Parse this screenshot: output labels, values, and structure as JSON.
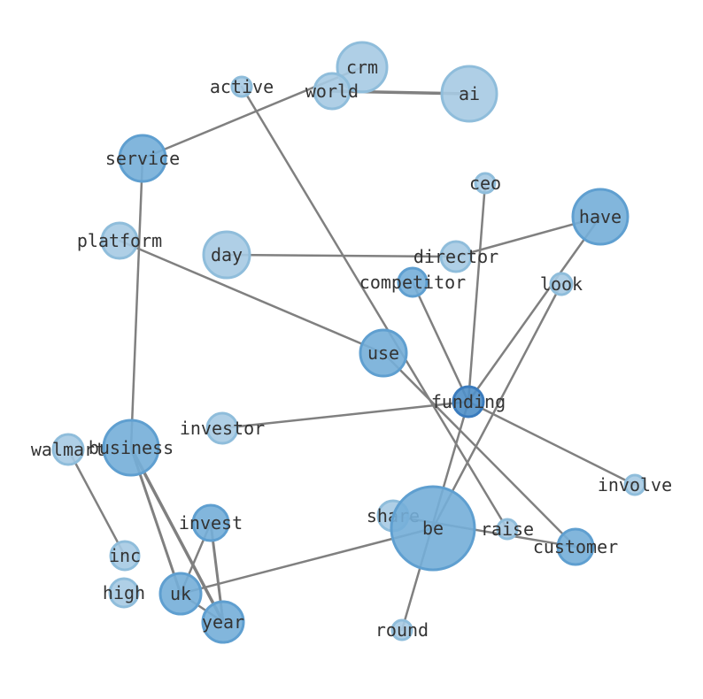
{
  "colors": {
    "background": "#ffffff",
    "edge": "#808080",
    "label": "#333333",
    "tier1_fill": "#a6cae3",
    "tier1_stroke": "#8fbddb",
    "tier2_fill": "#74aed8",
    "tier2_stroke": "#5f9fd0",
    "tier3_fill": "#4f8fc8",
    "tier3_stroke": "#3a7bbd"
  },
  "nodes": [
    {
      "id": "crm",
      "label": "crm",
      "tier": 1
    },
    {
      "id": "ai",
      "label": "ai",
      "tier": 1
    },
    {
      "id": "world",
      "label": "world",
      "tier": 1
    },
    {
      "id": "active",
      "label": "active",
      "tier": 1
    },
    {
      "id": "service",
      "label": "service",
      "tier": 2
    },
    {
      "id": "ceo",
      "label": "ceo",
      "tier": 1
    },
    {
      "id": "have",
      "label": "have",
      "tier": 2
    },
    {
      "id": "platform",
      "label": "platform",
      "tier": 1
    },
    {
      "id": "day",
      "label": "day",
      "tier": 1
    },
    {
      "id": "director",
      "label": "director",
      "tier": 1
    },
    {
      "id": "competitor",
      "label": "competitor",
      "tier": 2
    },
    {
      "id": "look",
      "label": "look",
      "tier": 1
    },
    {
      "id": "use",
      "label": "use",
      "tier": 2
    },
    {
      "id": "funding",
      "label": "funding",
      "tier": 3
    },
    {
      "id": "investor",
      "label": "investor",
      "tier": 1
    },
    {
      "id": "walmart",
      "label": "walmart",
      "tier": 1
    },
    {
      "id": "business",
      "label": "business",
      "tier": 2
    },
    {
      "id": "involve",
      "label": "involve",
      "tier": 1
    },
    {
      "id": "invest",
      "label": "invest",
      "tier": 2
    },
    {
      "id": "share",
      "label": "share",
      "tier": 1
    },
    {
      "id": "be",
      "label": "be",
      "tier": 2
    },
    {
      "id": "raise",
      "label": "raise",
      "tier": 1
    },
    {
      "id": "customer",
      "label": "customer",
      "tier": 2
    },
    {
      "id": "inc",
      "label": "inc",
      "tier": 1
    },
    {
      "id": "high",
      "label": "high",
      "tier": 1
    },
    {
      "id": "uk",
      "label": "uk",
      "tier": 2
    },
    {
      "id": "year",
      "label": "year",
      "tier": 2
    },
    {
      "id": "round",
      "label": "round",
      "tier": 1
    }
  ],
  "edges": [
    {
      "source": "world",
      "target": "ai",
      "weight": 4
    },
    {
      "source": "crm",
      "target": "service",
      "weight": 2
    },
    {
      "source": "active",
      "target": "raise",
      "weight": 2
    },
    {
      "source": "service",
      "target": "business",
      "weight": 2
    },
    {
      "source": "ceo",
      "target": "funding",
      "weight": 2
    },
    {
      "source": "day",
      "target": "director",
      "weight": 2
    },
    {
      "source": "director",
      "target": "have",
      "weight": 2
    },
    {
      "source": "have",
      "target": "funding",
      "weight": 2
    },
    {
      "source": "platform",
      "target": "use",
      "weight": 2
    },
    {
      "source": "competitor",
      "target": "funding",
      "weight": 2
    },
    {
      "source": "look",
      "target": "be",
      "weight": 2
    },
    {
      "source": "use",
      "target": "customer",
      "weight": 2
    },
    {
      "source": "investor",
      "target": "funding",
      "weight": 2
    },
    {
      "source": "funding",
      "target": "involve",
      "weight": 2
    },
    {
      "source": "funding",
      "target": "round",
      "weight": 2
    },
    {
      "source": "walmart",
      "target": "inc",
      "weight": 2
    },
    {
      "source": "business",
      "target": "year",
      "weight": 4
    },
    {
      "source": "business",
      "target": "uk",
      "weight": 3
    },
    {
      "source": "invest",
      "target": "year",
      "weight": 3
    },
    {
      "source": "invest",
      "target": "uk",
      "weight": 2
    },
    {
      "source": "share",
      "target": "customer",
      "weight": 2
    },
    {
      "source": "uk",
      "target": "be",
      "weight": 2
    },
    {
      "source": "uk",
      "target": "year",
      "weight": 2
    }
  ]
}
